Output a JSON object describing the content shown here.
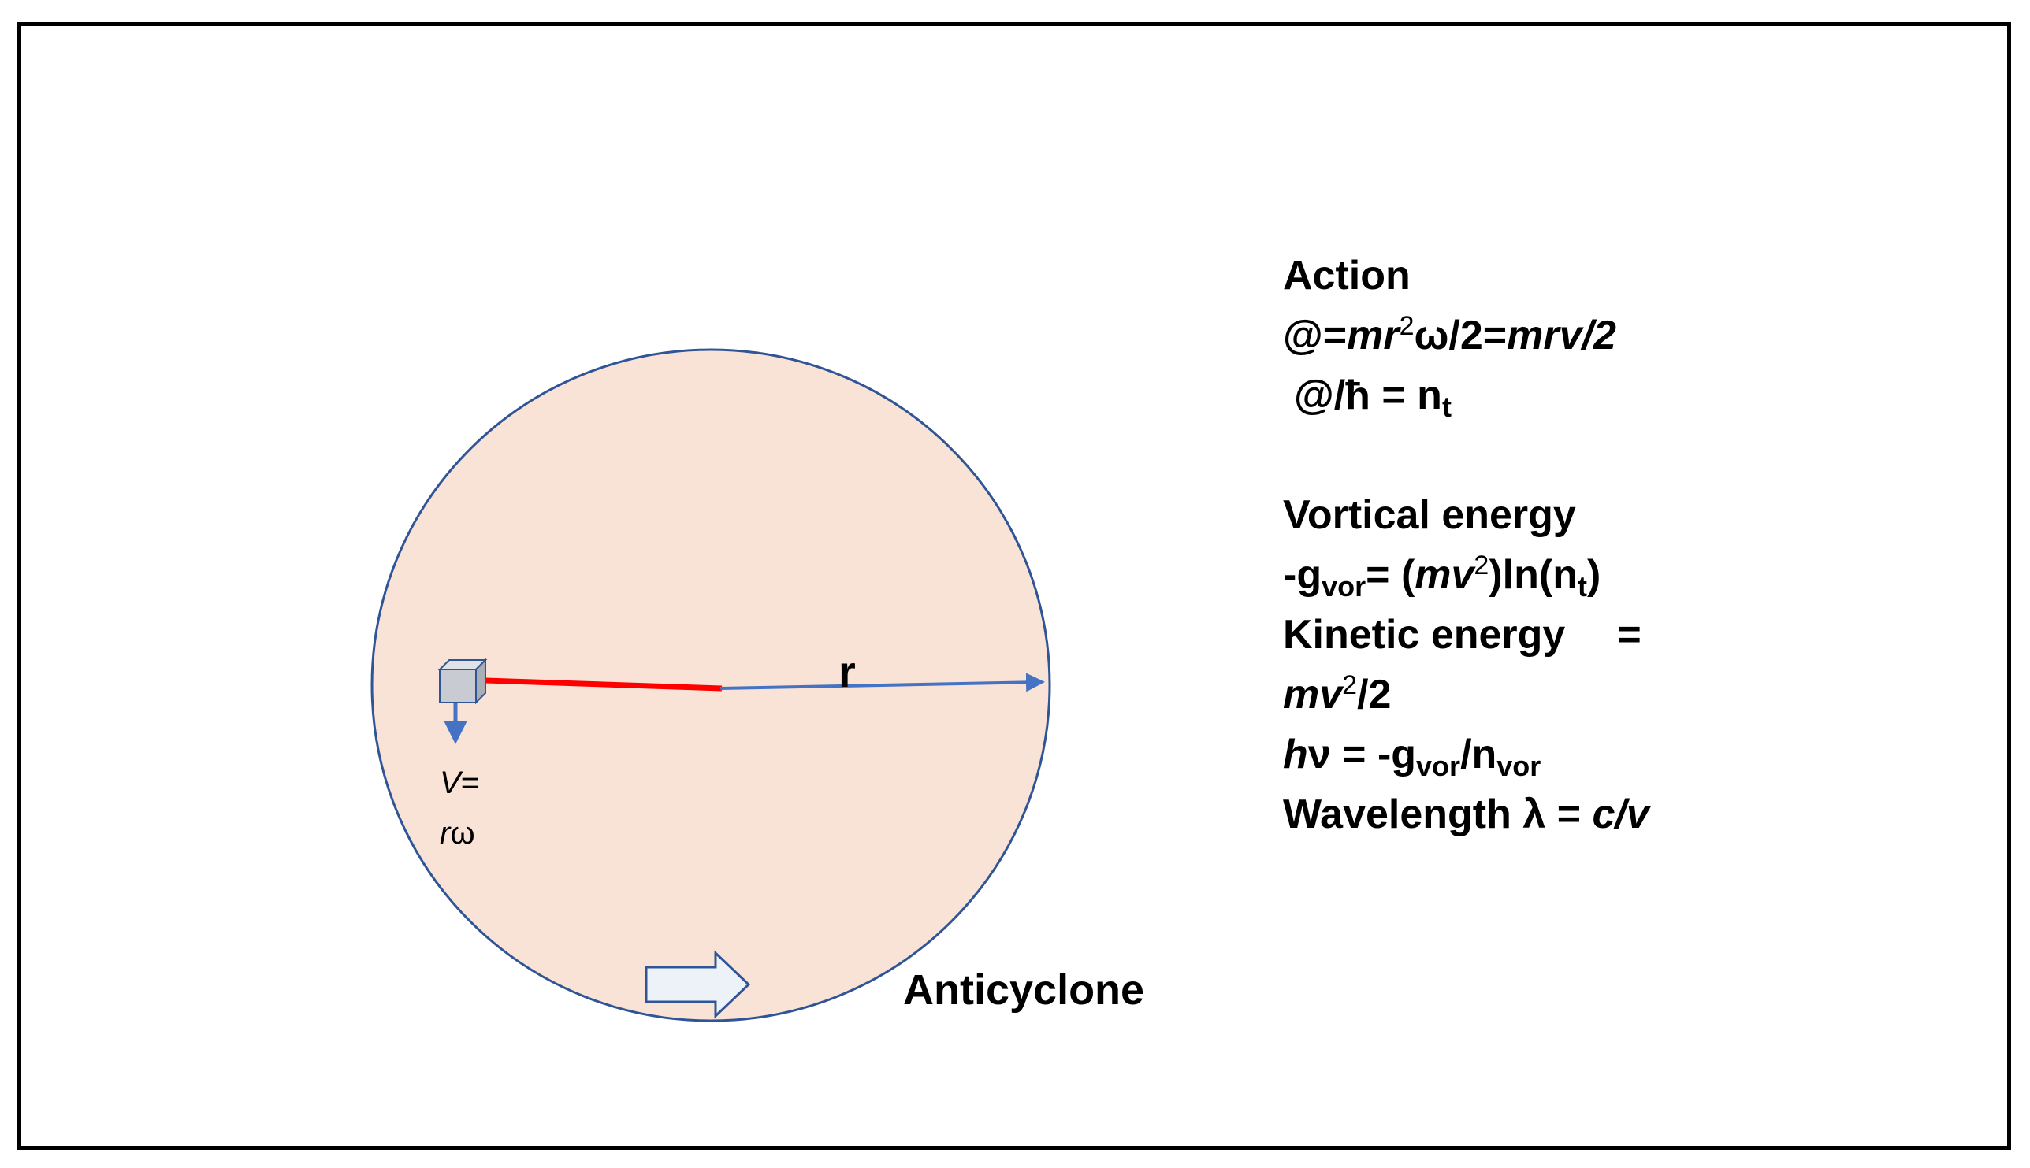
{
  "labels": {
    "radius": "r",
    "velocity_line1_var": "V",
    "velocity_line1_rest": "=",
    "velocity_line2_var": "r",
    "velocity_line2_rest": "ω",
    "anticyclone": "Anticyclone"
  },
  "equations": {
    "action_title": "Action",
    "action_eq": {
      "at": "@=",
      "mr": "mr",
      "sup2": "2",
      "omega": "ω/2=",
      "mrv": "mrv/2"
    },
    "quant_eq": {
      "lhs": "@/ħ = n",
      "sub": "t"
    },
    "vortical_title": "Vortical energy",
    "vortical_eq": {
      "minus_g": "-g",
      "sub_vor": "vor",
      "mid": "= (",
      "mv": "mv",
      "sup2": "2",
      "ln": ")ln(n",
      "sub_t": "t",
      "close": ")"
    },
    "kinetic_title": "Kinetic energy",
    "kinetic_equals": "=",
    "kinetic_eq": {
      "mv": "mv",
      "sup2": "2",
      "rest": "/2"
    },
    "photon_eq": {
      "h": "h",
      "nu": "ν = -g",
      "sub_vor": "vor",
      "slash_n": "/n",
      "sub_vor2": "vor"
    },
    "wavelength_eq": {
      "text": "Wavelength λ = ",
      "cv": "c/v"
    }
  },
  "colors": {
    "circle_fill": "#f9e3d6",
    "circle_stroke": "#2f5597",
    "radius_red": "#ff0000",
    "arrow_blue": "#4472c4",
    "cube_front": "#c8cbd1",
    "cube_top": "#dfe2e7",
    "cube_side": "#a9adb5",
    "cube_stroke": "#2f5597",
    "rotation_arrow_fill": "#edf2f9",
    "rotation_arrow_stroke": "#2f5597",
    "frame": "#000000"
  },
  "icons": {
    "cube": "mass-cube-icon",
    "rotation_arrow": "right-arrow-icon"
  }
}
